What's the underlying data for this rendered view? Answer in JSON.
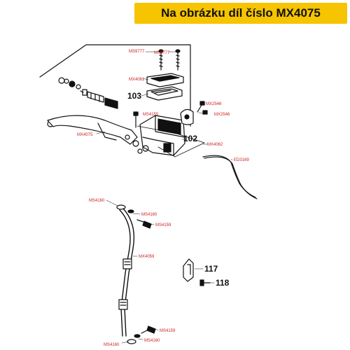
{
  "banner": {
    "text": "Na obrázku díl číslo MX4075",
    "color": "#f6c400"
  },
  "label_color": "#cc2222",
  "labels": {
    "ms9777_a": "MS9777",
    "ms9777_b": "MS9777",
    "mx4061": "MX4061",
    "num_103": "103",
    "ms4155": "MS4155",
    "mx2546_a": "MX2546",
    "mx2546_b": "MX2546",
    "mx4075": "MX4075",
    "num_102": "102",
    "mx4062": "MX4062",
    "ed3169": "ED3169",
    "ms4160_a": "MS4160",
    "ms4160_b": "MS4160",
    "ms4159_a": "MS4159",
    "mx4059": "MX4059",
    "num_117": "117",
    "num_118": "118",
    "ms4159_b": "MS4159",
    "ms4160_c": "MS4160",
    "ms4160_d": "MS4160"
  }
}
